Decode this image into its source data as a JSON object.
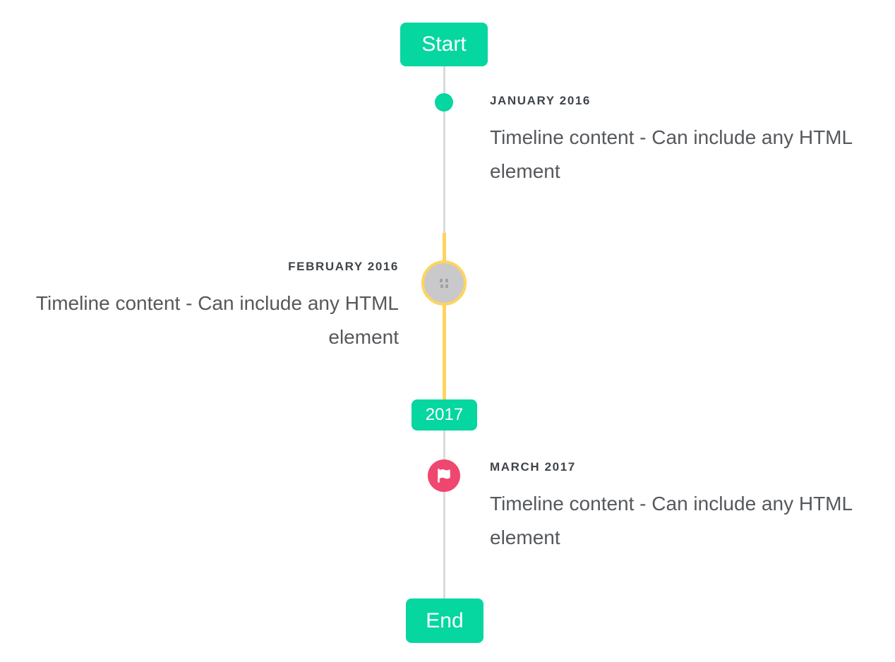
{
  "timeline": {
    "start_label": "Start",
    "end_label": "End",
    "year_label": "2017",
    "colors": {
      "teal": "#06D6A0",
      "yellow": "#FFD45E",
      "red": "#EF476F",
      "line_gray": "#DBDBDE",
      "marker_gray": "#C9C9CB",
      "date_text": "#3F4449",
      "content_text": "#55585C"
    },
    "events": [
      {
        "date": "JANUARY 2016",
        "content": "Timeline content - Can include any HTML element",
        "side": "right",
        "marker": "teal-dot"
      },
      {
        "date": "FEBRUARY 2016",
        "content": "Timeline content - Can include any HTML element",
        "side": "left",
        "marker": "gray-circle-yellow-ring-broken-image"
      },
      {
        "date": "MARCH 2017",
        "content": "Timeline content - Can include any HTML element",
        "side": "right",
        "marker": "red-circle-flag"
      }
    ]
  }
}
